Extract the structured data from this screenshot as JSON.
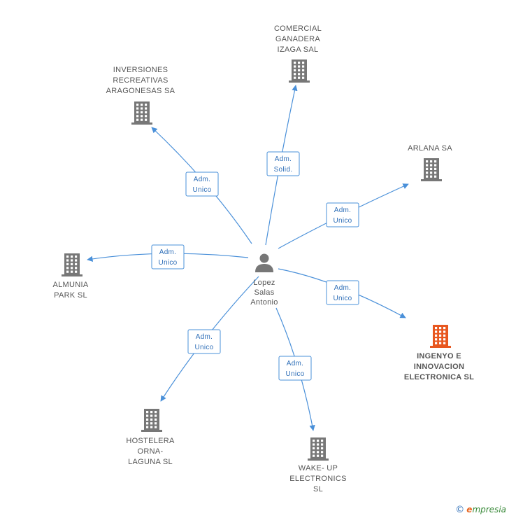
{
  "center": {
    "lines": [
      "Lopez",
      "Salas",
      "Antonio"
    ],
    "icon": "person-icon"
  },
  "nodes": [
    {
      "id": "comercial",
      "lines": [
        "COMERCIAL",
        "GANADERA",
        "IZAGA SAL"
      ],
      "icon": "building-icon",
      "color": "#777777"
    },
    {
      "id": "inversiones",
      "lines": [
        "INVERSIONES",
        "RECREATIVAS",
        "ARAGONESAS SA"
      ],
      "icon": "building-icon",
      "color": "#777777"
    },
    {
      "id": "arlana",
      "lines": [
        "ARLANA SA"
      ],
      "icon": "building-icon",
      "color": "#777777"
    },
    {
      "id": "almunia",
      "lines": [
        "ALMUNIA",
        "PARK SL"
      ],
      "icon": "building-icon",
      "color": "#777777"
    },
    {
      "id": "ingenyo",
      "lines": [
        "INGENYO E",
        "INNOVACION",
        "ELECTRONICA SL"
      ],
      "icon": "building-icon",
      "color": "#e8571f"
    },
    {
      "id": "hostelera",
      "lines": [
        "HOSTELERA",
        "ORNA-",
        "LAGUNA SL"
      ],
      "icon": "building-icon",
      "color": "#777777"
    },
    {
      "id": "wakeup",
      "lines": [
        "WAKE- UP",
        "ELECTRONICS",
        "SL"
      ],
      "icon": "building-icon",
      "color": "#777777"
    }
  ],
  "relations": [
    {
      "to": "comercial",
      "lines": [
        "Adm.",
        "Solid."
      ]
    },
    {
      "to": "inversiones",
      "lines": [
        "Adm.",
        "Unico"
      ]
    },
    {
      "to": "arlana",
      "lines": [
        "Adm.",
        "Unico"
      ]
    },
    {
      "to": "almunia",
      "lines": [
        "Adm.",
        "Unico"
      ]
    },
    {
      "to": "ingenyo",
      "lines": [
        "Adm.",
        "Unico"
      ]
    },
    {
      "to": "hostelera",
      "lines": [
        "Adm.",
        "Unico"
      ]
    },
    {
      "to": "wakeup",
      "lines": [
        "Adm.",
        "Unico"
      ]
    }
  ],
  "footer": {
    "copyright": "©",
    "brand_e": "e",
    "brand_rest": "mpresia"
  },
  "colors": {
    "edge": "#4a90d9",
    "node": "#777777",
    "highlight": "#e8571f"
  }
}
